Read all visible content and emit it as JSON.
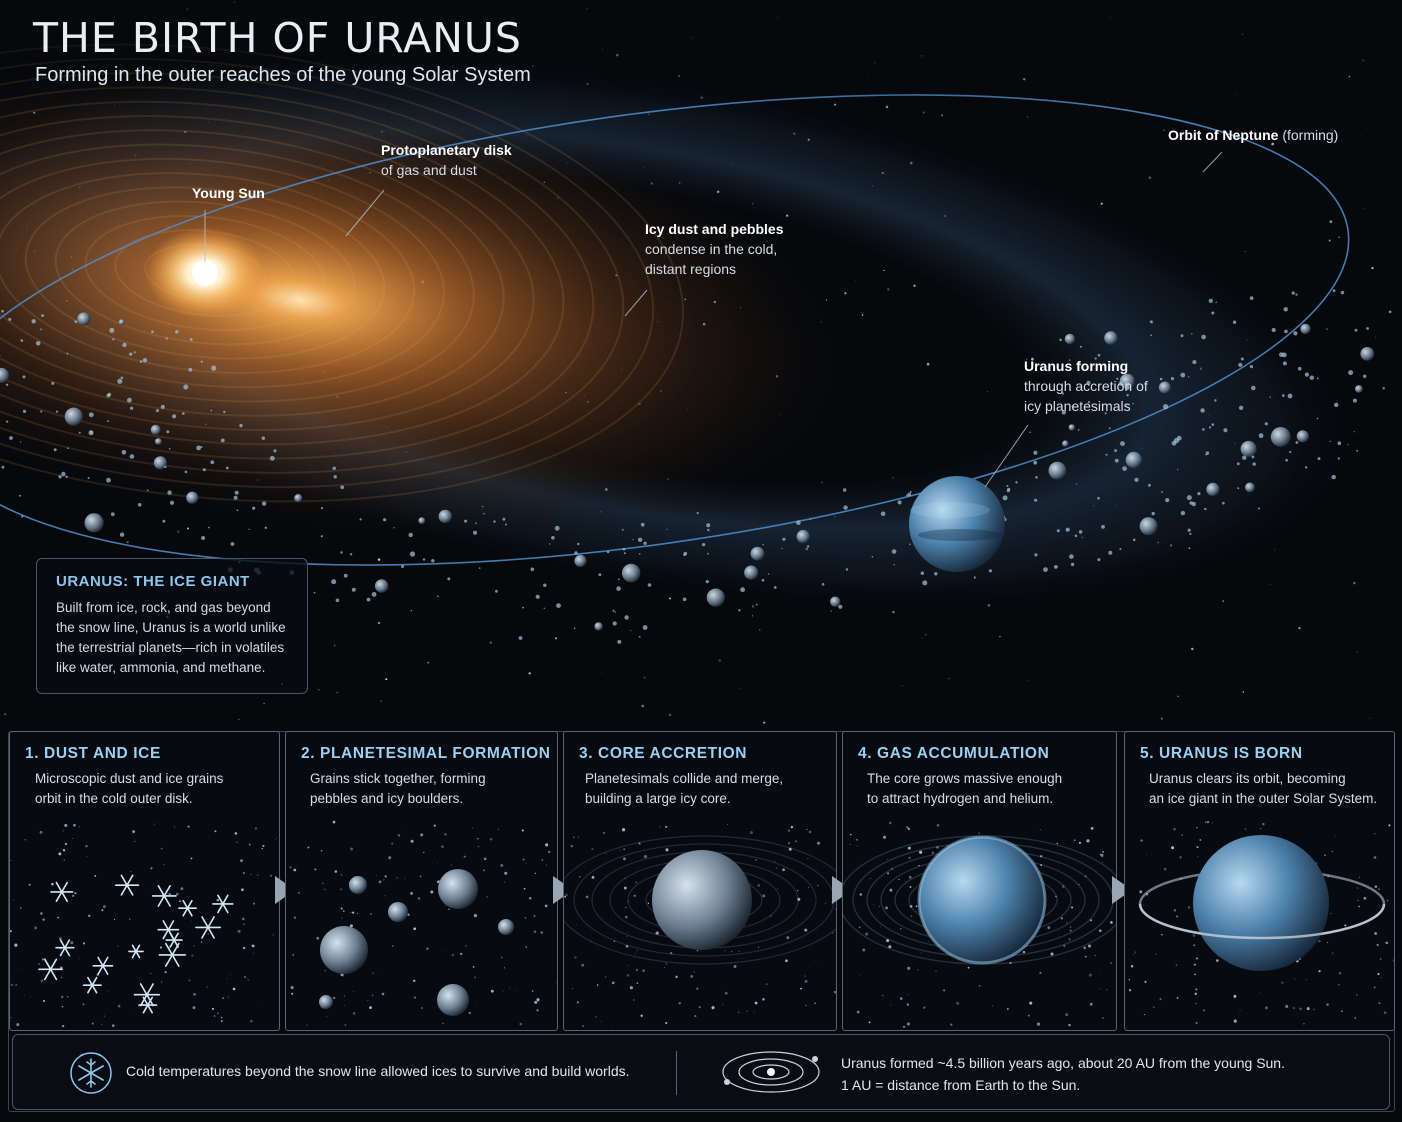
{
  "header": {
    "title": "THE BIRTH OF URANUS",
    "subtitle": "Forming in the outer reaches of the young Solar System"
  },
  "labels": {
    "young_sun": "Young Sun",
    "disk_bold": "Protoplanetary disk",
    "disk_rest": "of gas and dust",
    "icy_bold": "Icy dust and pebbles",
    "icy_line2": "condense in the cold,",
    "icy_line3": "distant regions",
    "neptune_bold": "Orbit of Neptune",
    "neptune_rest": "(forming)",
    "uranus_bold": "Uranus forming",
    "uranus_line2": "through accretion of",
    "uranus_line3": "icy planetesimals"
  },
  "infobox": {
    "heading": "URANUS: THE ICE GIANT",
    "text": "Built from ice, rock, and gas beyond the snow line, Uranus is a world unlike the terrestrial planets—rich in volatiles like water, ammonia, and methane."
  },
  "stages": [
    {
      "title": "1. DUST AND ICE",
      "text": "Microscopic dust and ice grains\norbit in the cold outer disk."
    },
    {
      "title": "2. PLANETESIMAL FORMATION",
      "text": "Grains stick together, forming\npebbles and icy boulders."
    },
    {
      "title": "3. CORE ACCRETION",
      "text": "Planetesimals collide and merge,\nbuilding a large icy core."
    },
    {
      "title": "4. GAS ACCUMULATION",
      "text": "The core grows massive enough\nto attract hydrogen and helium."
    },
    {
      "title": "5. URANUS IS BORN",
      "text": "Uranus clears its orbit, becoming\nan ice giant in the outer Solar System."
    }
  ],
  "footer": {
    "snow_note": "Cold temperatures beyond the snow line allowed ices to survive and build worlds.",
    "age_note": "Uranus formed ~4.5 billion years ago, about 20 AU from the young Sun.",
    "au_note": "1 AU = distance from Earth to the Sun."
  },
  "icons": {
    "snowflake": "snowflake-icon",
    "orbit": "orbit-diagram-icon",
    "arrow": "chevron-right-icon"
  },
  "colors": {
    "accent": "#9ccff0",
    "sun": "#ffd59a",
    "disk": "#c47a34",
    "ice": "#7fb4dd",
    "neptune_orbit": "#4f8fd0"
  }
}
